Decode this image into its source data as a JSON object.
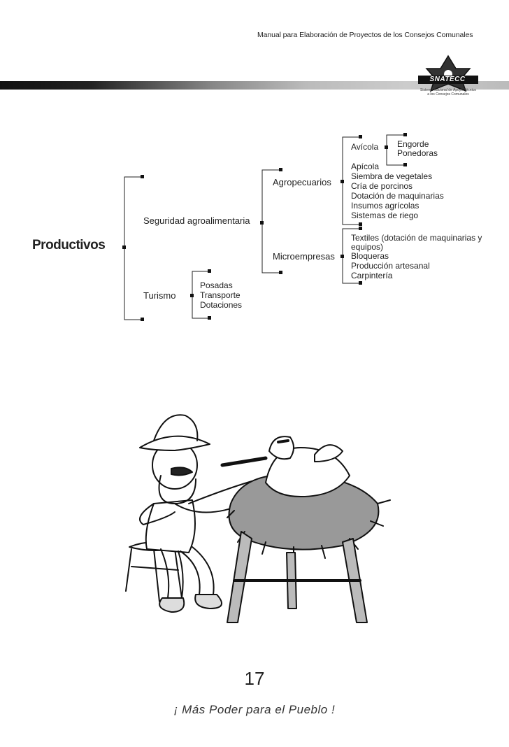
{
  "header": {
    "title": "Manual para Elaboración de Proyectos de los Consejos Comunales",
    "logo_name": "SNATECC",
    "logo_subtitle_1": "Sistema Nacional de Apoyo Técnico",
    "logo_subtitle_2": "a los Consejos Comunales"
  },
  "diagram": {
    "root": "Productivos",
    "seguridad": "Seguridad agroalimentaria",
    "turismo": "Turismo",
    "agropecuarios": "Agropecuarios",
    "microempresas": "Microempresas",
    "avicola": "Avícola",
    "engorde": "Engorde",
    "ponedoras": "Ponedoras",
    "agro_items": [
      "Apícola",
      "Siembra de vegetales",
      "Cría de porcinos",
      "Dotación de maquinarias",
      "Insumos agrícolas",
      "Sistemas de riego"
    ],
    "micro_items": [
      "Textiles (dotación de maquinarias y",
      "equipos)",
      "Bloqueras",
      "Producción artesanal",
      "Carpintería"
    ],
    "turismo_items": [
      "Posadas",
      "Transporte",
      "Dotaciones"
    ]
  },
  "footer": {
    "page_number": "17",
    "slogan": "¡ Más Poder para el Pueblo !"
  }
}
